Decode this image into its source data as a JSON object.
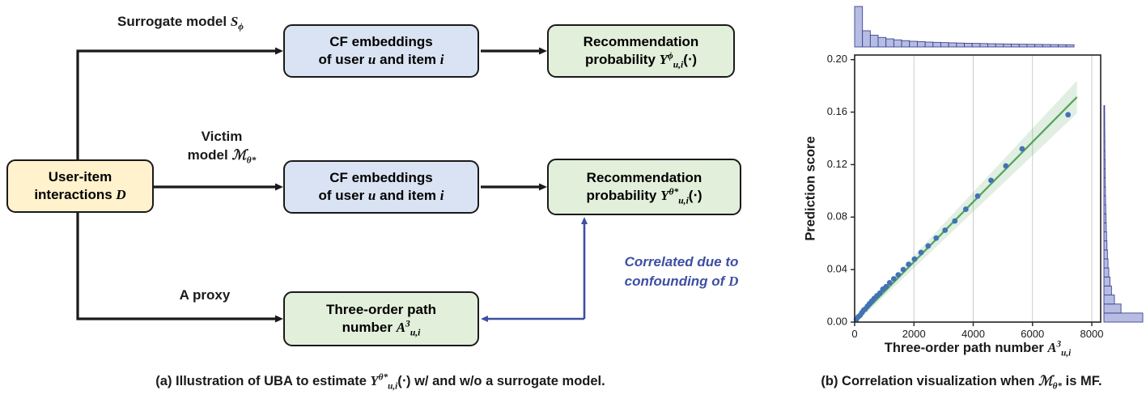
{
  "colors": {
    "ink": "#1a1a1a",
    "accent_blue": "#3e4fa3",
    "node_yellow": "#FFF2CC",
    "node_blue": "#DAE3F3",
    "node_green": "#E2EFDA",
    "hist_fill": "#b7bde2",
    "hist_edge": "#3c4494",
    "scatter": "#4273b4",
    "reg_line": "#57a45e",
    "band": "#57a45e",
    "grid": "#cbcbcb",
    "plot_border": "#222222"
  },
  "diagram": {
    "nodes": {
      "user_item": {
        "lines": [
          [
            {
              "t": "User-item"
            }
          ],
          [
            {
              "t": "interactions "
            },
            {
              "t": "D",
              "m": 1
            }
          ]
        ]
      },
      "cf_top": {
        "lines": [
          [
            {
              "t": "CF embeddings"
            }
          ],
          [
            {
              "t": "of user "
            },
            {
              "t": "u",
              "m": 1
            },
            {
              "t": " and item "
            },
            {
              "t": "i",
              "m": 1
            }
          ]
        ]
      },
      "rec_top": {
        "lines": [
          [
            {
              "t": "Recommendation"
            }
          ],
          [
            {
              "t": "probability "
            },
            {
              "t": "Y",
              "m": 1
            },
            {
              "t": "ϕ",
              "m": 1,
              "sup": 1
            },
            {
              "t": "u,i",
              "m": 1,
              "sub": 1
            },
            {
              "t": "(⋅)"
            }
          ]
        ]
      },
      "cf_mid": {
        "lines": [
          [
            {
              "t": "CF embeddings"
            }
          ],
          [
            {
              "t": "of user "
            },
            {
              "t": "u",
              "m": 1
            },
            {
              "t": " and item "
            },
            {
              "t": "i",
              "m": 1
            }
          ]
        ]
      },
      "rec_mid": {
        "lines": [
          [
            {
              "t": "Recommendation"
            }
          ],
          [
            {
              "t": "probability "
            },
            {
              "t": "Y",
              "m": 1
            },
            {
              "t": "θ*",
              "m": 1,
              "sup": 1
            },
            {
              "t": "u,i",
              "m": 1,
              "sub": 1
            },
            {
              "t": "(⋅)"
            }
          ]
        ]
      },
      "path_count": {
        "lines": [
          [
            {
              "t": "Three-order path"
            }
          ],
          [
            {
              "t": "number "
            },
            {
              "t": "A",
              "m": 1
            },
            {
              "t": "3",
              "m": 1,
              "sup": 1
            },
            {
              "t": "u,i",
              "m": 1,
              "sub": 1
            }
          ]
        ]
      }
    },
    "edge_labels": {
      "surrogate": [
        {
          "t": "Surrogate model "
        },
        {
          "t": "S",
          "m": 1
        },
        {
          "t": "ϕ",
          "m": 1,
          "sub": 1
        }
      ],
      "victim_line1": [
        {
          "t": "Victim"
        }
      ],
      "victim_line2": [
        {
          "t": "model "
        },
        {
          "t": "ℳ",
          "m": 1
        },
        {
          "t": "θ*",
          "m": 1,
          "sub": 1
        }
      ],
      "proxy": [
        {
          "t": "A proxy"
        }
      ]
    },
    "annotation": {
      "line1": [
        {
          "t": "Correlated due to"
        }
      ],
      "line2": [
        {
          "t": "confounding of "
        },
        {
          "t": "D",
          "m": 1
        }
      ]
    },
    "caption": [
      {
        "t": "(a) Illustration of UBA to estimate "
      },
      {
        "t": "Y",
        "m": 1
      },
      {
        "t": "θ*",
        "m": 1,
        "sup": 1
      },
      {
        "t": "u,i",
        "m": 1,
        "sub": 1
      },
      {
        "t": "(⋅)"
      },
      {
        "t": " w/ and w/o a surrogate model."
      }
    ]
  },
  "chart": {
    "caption": [
      {
        "t": "(b) Correlation visualization when "
      },
      {
        "t": "ℳ",
        "m": 1
      },
      {
        "t": "θ*",
        "m": 1,
        "sub": 1
      },
      {
        "t": " is MF."
      }
    ],
    "xlabel_rich": [
      {
        "t": "Three-order path number "
      },
      {
        "t": "A",
        "m": 1
      },
      {
        "t": "3",
        "m": 1,
        "sup": 1
      },
      {
        "t": "u,i",
        "m": 1,
        "sub": 1
      }
    ],
    "ylabel": "Prediction score"
  },
  "chart_data": {
    "type": "scatter",
    "title": "",
    "xlabel": "Three-order path number A^3_{u,i}",
    "ylabel": "Prediction score",
    "xlim": [
      0,
      8300
    ],
    "ylim": [
      0,
      0.2035
    ],
    "xticks": [
      0,
      2000,
      4000,
      6000,
      8000
    ],
    "xtick_labels": [
      "0",
      "2000",
      "4000",
      "6000",
      "8000"
    ],
    "yticks": [
      0.0,
      0.04,
      0.08,
      0.12,
      0.16,
      0.2
    ],
    "ytick_labels": [
      "0.00",
      "0.04",
      "0.08",
      "0.12",
      "0.16",
      "0.20"
    ],
    "grid": "vertical-only",
    "legend": "none",
    "points": [
      [
        60,
        0.002
      ],
      [
        120,
        0.004
      ],
      [
        180,
        0.005
      ],
      [
        240,
        0.007
      ],
      [
        300,
        0.009
      ],
      [
        360,
        0.01
      ],
      [
        430,
        0.012
      ],
      [
        500,
        0.014
      ],
      [
        580,
        0.016
      ],
      [
        660,
        0.018
      ],
      [
        750,
        0.02
      ],
      [
        850,
        0.022
      ],
      [
        950,
        0.025
      ],
      [
        1060,
        0.027
      ],
      [
        1180,
        0.03
      ],
      [
        1320,
        0.033
      ],
      [
        1470,
        0.036
      ],
      [
        1640,
        0.04
      ],
      [
        1820,
        0.044
      ],
      [
        2020,
        0.048
      ],
      [
        2240,
        0.053
      ],
      [
        2480,
        0.058
      ],
      [
        2750,
        0.064
      ],
      [
        3050,
        0.07
      ],
      [
        3380,
        0.077
      ],
      [
        3750,
        0.086
      ],
      [
        4150,
        0.096
      ],
      [
        4600,
        0.108
      ],
      [
        5100,
        0.119
      ],
      [
        5650,
        0.132
      ],
      [
        7200,
        0.158
      ]
    ],
    "regression_line": {
      "x": [
        100,
        7500
      ],
      "y": [
        0.0025,
        0.1715
      ]
    },
    "confidence_band": {
      "x": [
        100,
        7500
      ],
      "lower": [
        0.0005,
        0.159
      ],
      "upper": [
        0.0045,
        0.184
      ]
    },
    "top_histogram": {
      "range": [
        0,
        7400
      ],
      "rel_heights": [
        1.0,
        0.4,
        0.29,
        0.235,
        0.2,
        0.175,
        0.155,
        0.14,
        0.13,
        0.12,
        0.113,
        0.107,
        0.101,
        0.096,
        0.091,
        0.087,
        0.083,
        0.079,
        0.076,
        0.073,
        0.07,
        0.067,
        0.065,
        0.062,
        0.06,
        0.058,
        0.056,
        0.054
      ]
    },
    "right_histogram": {
      "range": [
        0,
        0.165
      ],
      "rel_heights": [
        1.0,
        0.44,
        0.27,
        0.195,
        0.155,
        0.125,
        0.105,
        0.09,
        0.078,
        0.068,
        0.06,
        0.054,
        0.048,
        0.043,
        0.039,
        0.035,
        0.032,
        0.029,
        0.027,
        0.025,
        0.023,
        0.021,
        0.02,
        0.019
      ]
    }
  }
}
